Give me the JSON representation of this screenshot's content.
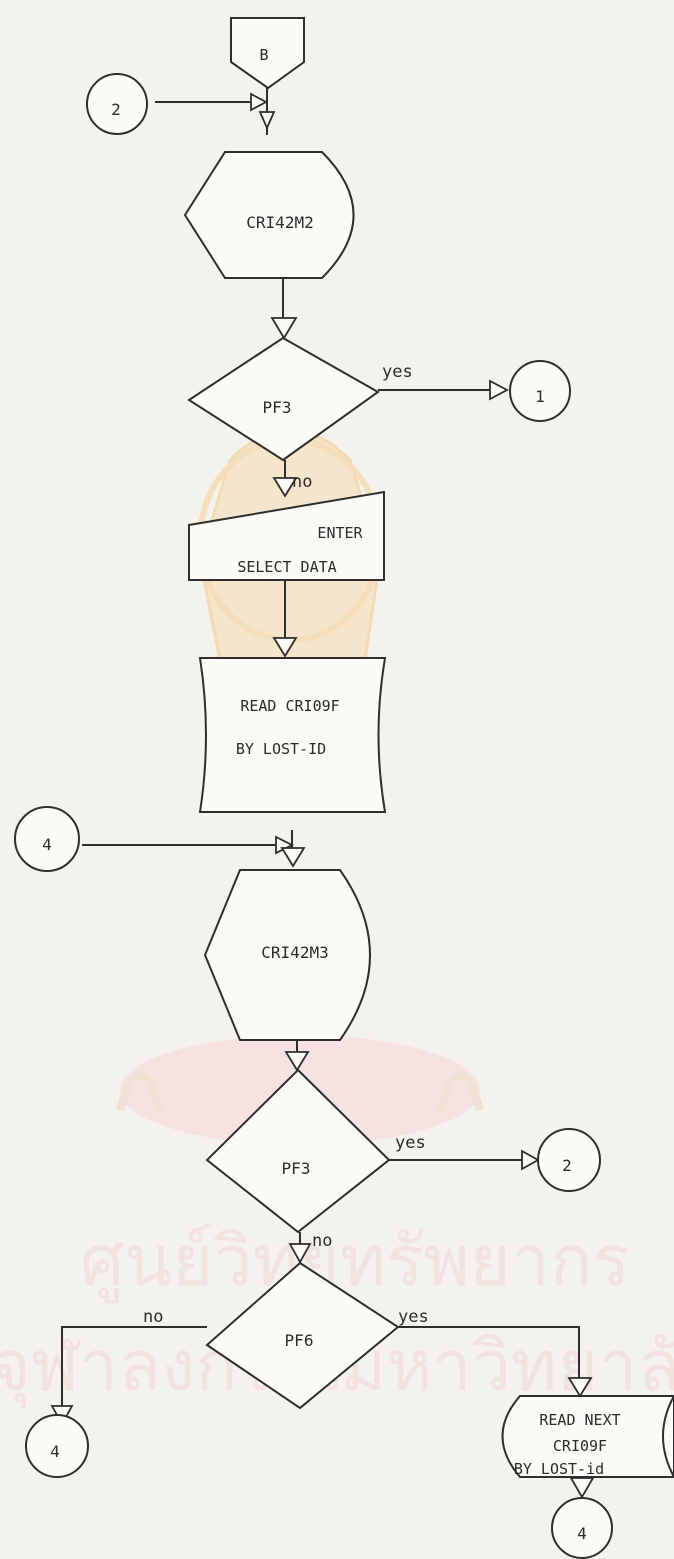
{
  "nodes": {
    "offpage_b": "B",
    "connector_2_in": "2",
    "display_cri42m2": "CRI42M2",
    "decision_pf3_a": "PF3",
    "connector_1_out": "1",
    "input_enter_line1": "ENTER",
    "input_enter_line2": "SELECT DATA",
    "file_read_line1": "READ CRI09F",
    "file_read_line2": "BY LOST-ID",
    "connector_4_in": "4",
    "display_cri42m3": "CRI42M3",
    "decision_pf3_b": "PF3",
    "connector_2_out": "2",
    "decision_pf6": "PF6",
    "connector_4_out_left": "4",
    "file_next_line1": "READ NEXT",
    "file_next_line2": "CRI09F",
    "file_next_line3": "BY LOST-id",
    "connector_4_out_bottom": "4"
  },
  "labels": {
    "pf3_a_yes": "yes",
    "pf3_a_no": "no",
    "pf3_b_yes": "yes",
    "pf3_b_no": "no",
    "pf6_yes": "yes",
    "pf6_no": "no"
  },
  "watermark": {
    "line1": "ศูนย์วิทยทรัพยากร",
    "line2": "จุฬาลงกรณ์มหาวิทยาลัย"
  },
  "colors": {
    "watermark_seal": "#f6dcb0",
    "watermark_text": "#f1d6d8",
    "ink": "#2e2e2e",
    "paper": "#f4f2ec"
  }
}
